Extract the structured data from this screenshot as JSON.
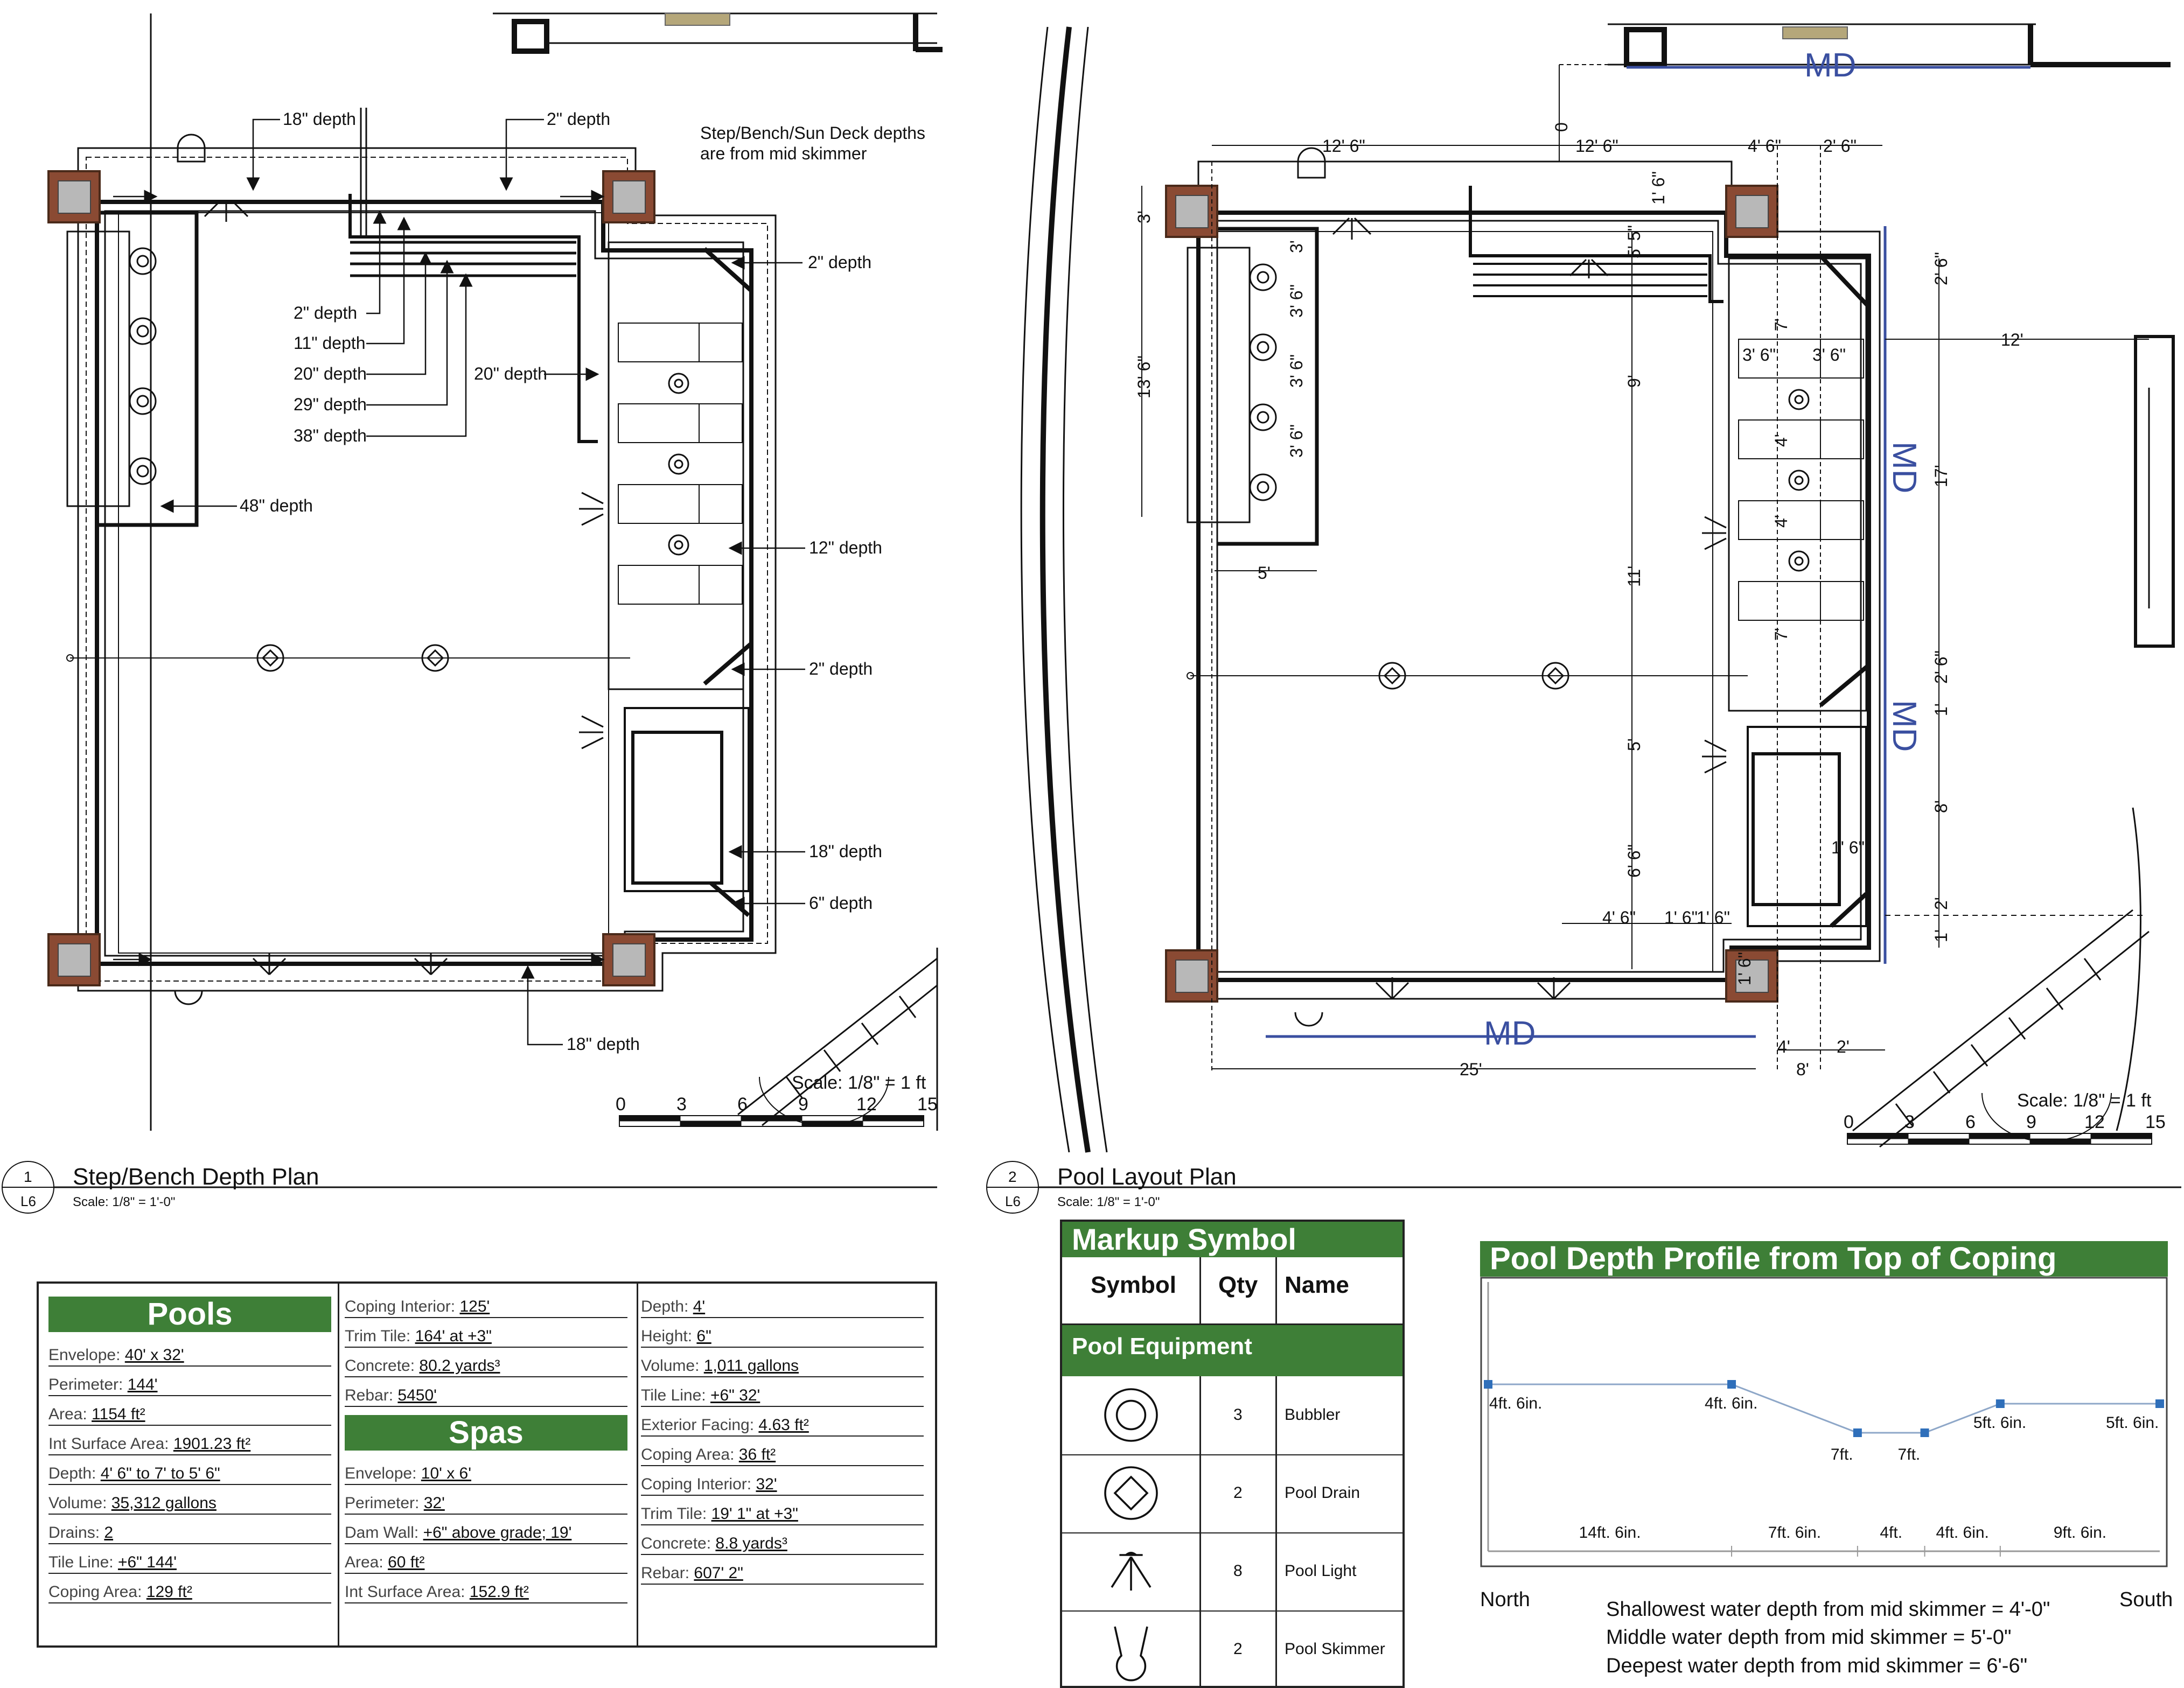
{
  "plans": {
    "left": {
      "number": "1",
      "sheet": "L6",
      "title": "Step/Bench Depth Plan",
      "scale_note": "Scale: 1/8\" = 1'-0\"",
      "scale_bar_label": "Scale: 1/8\" = 1 ft",
      "scale_ticks": [
        "0",
        "3",
        "6",
        "9",
        "12",
        "15"
      ],
      "note": [
        "Step/Bench/Sun Deck depths",
        "are from mid skimmer"
      ],
      "callouts": [
        "18\" depth",
        "2\" depth",
        "2\" depth",
        "2\" depth",
        "11\" depth",
        "20\" depth",
        "29\" depth",
        "38\" depth",
        "20\" depth",
        "48\" depth",
        "12\" depth",
        "2\" depth",
        "18\" depth",
        "6\" depth",
        "18\" depth"
      ]
    },
    "right": {
      "number": "2",
      "sheet": "L6",
      "title": "Pool Layout Plan",
      "scale_note": "Scale: 1/8\" = 1'-0\"",
      "scale_bar_label": "Scale: 1/8\" = 1 ft",
      "scale_ticks": [
        "0",
        "3",
        "6",
        "9",
        "12",
        "15"
      ],
      "md_label": "MD",
      "dims": [
        "12' 6\"",
        "12' 6\"",
        "4' 6\"",
        "2' 6\"",
        "3'",
        "13' 6\"",
        "3'",
        "3' 6\"",
        "3' 6\"",
        "3' 6\"",
        "5'",
        "1' 6\"",
        "5' 5\"",
        "9'",
        "11'",
        "5'",
        "6' 6\"",
        "1' 6\"",
        "3' 6\"",
        "3' 6\"",
        "7'",
        "4'",
        "4'",
        "7'",
        "2' 6\"",
        "17'",
        "12'",
        "2' 6\"",
        "1'",
        "8'",
        "1' 6\"",
        "2'",
        "1'",
        "4' 6\"",
        "1' 6\"",
        "1' 6\"",
        "4'",
        "2'",
        "25'",
        "8'",
        "0"
      ]
    }
  },
  "pools_table": {
    "pools_header": "Pools",
    "spas_header": "Spas",
    "col1": [
      {
        "k": "Envelope:",
        "v": "40' x 32'"
      },
      {
        "k": "Perimeter:",
        "v": "144'"
      },
      {
        "k": "Area:",
        "v": "1154 ft²"
      },
      {
        "k": "Int Surface Area:",
        "v": "1901.23 ft²"
      },
      {
        "k": "Depth:",
        "v": "4' 6\" to 7' to 5' 6\""
      },
      {
        "k": "Volume:",
        "v": "35,312 gallons"
      },
      {
        "k": "Drains:",
        "v": "2"
      },
      {
        "k": "Tile Line:",
        "v": "+6\" 144'"
      },
      {
        "k": "Coping Area:",
        "v": "129 ft²"
      }
    ],
    "col2_top": [
      {
        "k": "Coping Interior:",
        "v": "125'"
      },
      {
        "k": "Trim Tile:",
        "v": "164' at +3\""
      },
      {
        "k": "Concrete:",
        "v": "80.2 yards³"
      },
      {
        "k": "Rebar:",
        "v": "5450'"
      }
    ],
    "col2_bottom": [
      {
        "k": "Envelope:",
        "v": "10' x 6'"
      },
      {
        "k": "Perimeter:",
        "v": "32'"
      },
      {
        "k": "Dam Wall:",
        "v": "+6\" above grade; 19'"
      },
      {
        "k": "Area:",
        "v": "60 ft²"
      },
      {
        "k": "Int Surface Area:",
        "v": "152.9 ft²"
      }
    ],
    "col3": [
      {
        "k": "Depth:",
        "v": "4'"
      },
      {
        "k": "Height:",
        "v": "6\""
      },
      {
        "k": "Volume:",
        "v": "1,011 gallons"
      },
      {
        "k": "Tile Line:",
        "v": "+6\" 32'"
      },
      {
        "k": "Exterior Facing:",
        "v": "4.63 ft²"
      },
      {
        "k": "Coping Area:",
        "v": "36 ft²"
      },
      {
        "k": "Coping Interior:",
        "v": "32'"
      },
      {
        "k": "Trim Tile:",
        "v": "19' 1\" at +3\""
      },
      {
        "k": "Concrete:",
        "v": "8.8 yards³"
      },
      {
        "k": "Rebar:",
        "v": "607' 2\""
      }
    ]
  },
  "markup": {
    "title": "Markup Symbol",
    "headers": [
      "Symbol",
      "Qty",
      "Name"
    ],
    "section": "Pool Equipment",
    "rows": [
      {
        "icon": "bubbler-icon",
        "qty": "3",
        "name": "Bubbler"
      },
      {
        "icon": "pool-drain-icon",
        "qty": "2",
        "name": "Pool Drain"
      },
      {
        "icon": "pool-light-icon",
        "qty": "8",
        "name": "Pool Light"
      },
      {
        "icon": "pool-skimmer-icon",
        "qty": "2",
        "name": "Pool Skimmer"
      }
    ]
  },
  "profile": {
    "title": "Pool Depth Profile from Top of Coping",
    "depth_labels": [
      "4ft. 6in.",
      "4ft. 6in.",
      "7ft.",
      "7ft.",
      "5ft. 6in.",
      "5ft. 6in."
    ],
    "depths_ft": [
      4.5,
      4.5,
      7,
      7,
      5.5,
      5.5
    ],
    "span_labels": [
      "14ft. 6in.",
      "7ft. 6in.",
      "4ft.",
      "4ft. 6in.",
      "9ft. 6in."
    ],
    "spans_ft": [
      14.5,
      7.5,
      4,
      4.5,
      9.5
    ],
    "left_end": "North",
    "right_end": "South",
    "notes": [
      "Shallowest water depth from mid skimmer = 4'-0\"",
      "Middle water depth from mid skimmer = 5'-0\"",
      "Deepest water depth from mid skimmer = 6'-6\""
    ]
  },
  "colors": {
    "green": "#3e7f37",
    "md_blue": "#3a4fa0",
    "post": "#8a4a33",
    "line_blue": "#3a6fc0"
  }
}
